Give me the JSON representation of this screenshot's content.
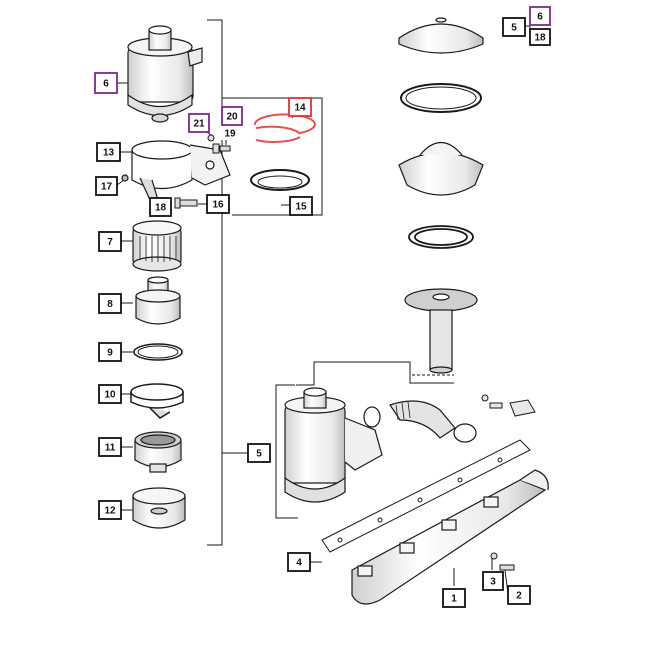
{
  "colors": {
    "line": "#1a1a1a",
    "callout_default": "#111111",
    "callout_highlight_purple": "#7a2a8c",
    "callout_highlight_red": "#e03030",
    "highlight_part_stroke": "#e85050",
    "part_shading": "#dcdcdc"
  },
  "callouts": [
    {
      "id": "c6a",
      "label": "6",
      "style": "purple"
    },
    {
      "id": "c21",
      "label": "21",
      "style": "purple"
    },
    {
      "id": "c20",
      "label": "20",
      "style": "purple"
    },
    {
      "id": "c19",
      "label": "19",
      "style": "plain"
    },
    {
      "id": "c14",
      "label": "14",
      "style": "red"
    },
    {
      "id": "c13",
      "label": "13",
      "style": "black"
    },
    {
      "id": "c17",
      "label": "17",
      "style": "black"
    },
    {
      "id": "c18a",
      "label": "18",
      "style": "black"
    },
    {
      "id": "c16",
      "label": "16",
      "style": "black"
    },
    {
      "id": "c15",
      "label": "15",
      "style": "black"
    },
    {
      "id": "c7",
      "label": "7",
      "style": "black"
    },
    {
      "id": "c8",
      "label": "8",
      "style": "black"
    },
    {
      "id": "c9",
      "label": "9",
      "style": "black"
    },
    {
      "id": "c10",
      "label": "10",
      "style": "black"
    },
    {
      "id": "c11",
      "label": "11",
      "style": "black"
    },
    {
      "id": "c12",
      "label": "12",
      "style": "black"
    },
    {
      "id": "c5a",
      "label": "5",
      "style": "black"
    },
    {
      "id": "c5b",
      "label": "5",
      "style": "black"
    },
    {
      "id": "c6b",
      "label": "6",
      "style": "purple"
    },
    {
      "id": "c18b",
      "label": "18",
      "style": "black"
    },
    {
      "id": "c4",
      "label": "4",
      "style": "black"
    },
    {
      "id": "c3",
      "label": "3",
      "style": "black"
    },
    {
      "id": "c2",
      "label": "2",
      "style": "black"
    },
    {
      "id": "c1",
      "label": "1",
      "style": "black"
    }
  ]
}
